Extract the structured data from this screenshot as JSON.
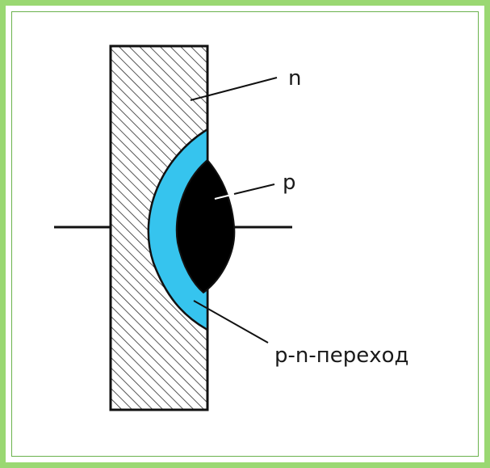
{
  "labels": {
    "n": "n",
    "p": "p",
    "junction": "p-n-переход"
  },
  "colors": {
    "frame": "#9ad872",
    "frame_line": "#6ab24c",
    "hatch": "#2b2b2b",
    "junction_region": "#36c4ee",
    "p_region": "#000000",
    "outline": "#111111"
  }
}
